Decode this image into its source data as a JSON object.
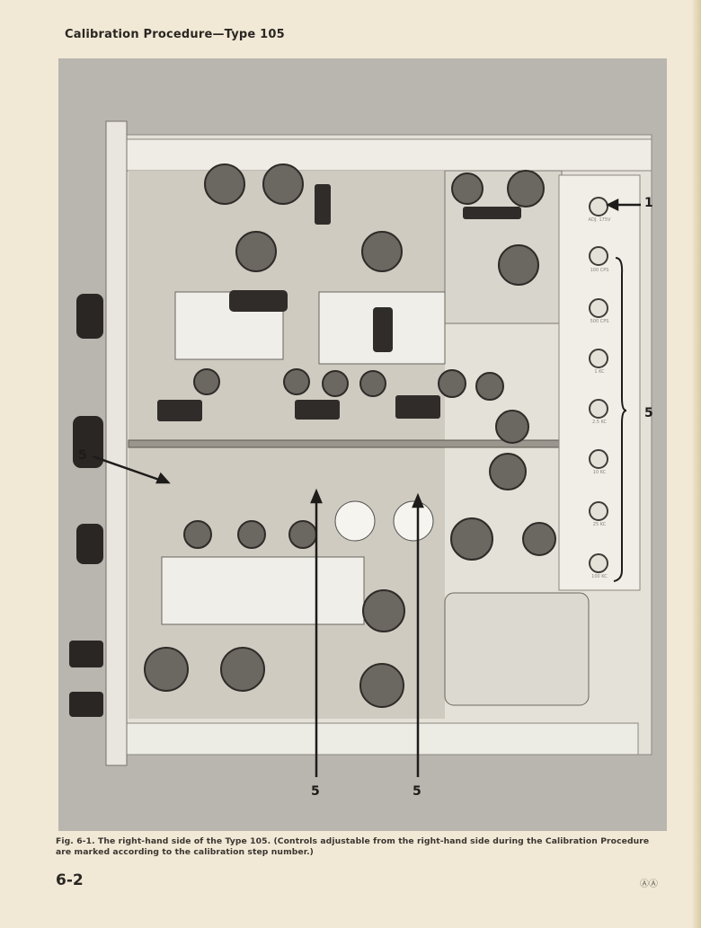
{
  "header": {
    "title": "Calibration Procedure—Type 105"
  },
  "figure": {
    "callouts": [
      "1",
      "5",
      "5",
      "5",
      "5"
    ],
    "panel_jack_labels": [
      "ADJ. 175V",
      "100 CPS",
      "500 CPS",
      "1 KC",
      "2.5 KC",
      "10 KC",
      "25 KC",
      "100 KC"
    ]
  },
  "caption": "Fig. 6-1. The right-hand side of the Type 105.  (Controls adjustable from the right-hand side during the Calibration Procedure are marked according to the calibration step number.)",
  "footer": {
    "page_number": "6-2",
    "mark": "ⒶⒶ"
  }
}
